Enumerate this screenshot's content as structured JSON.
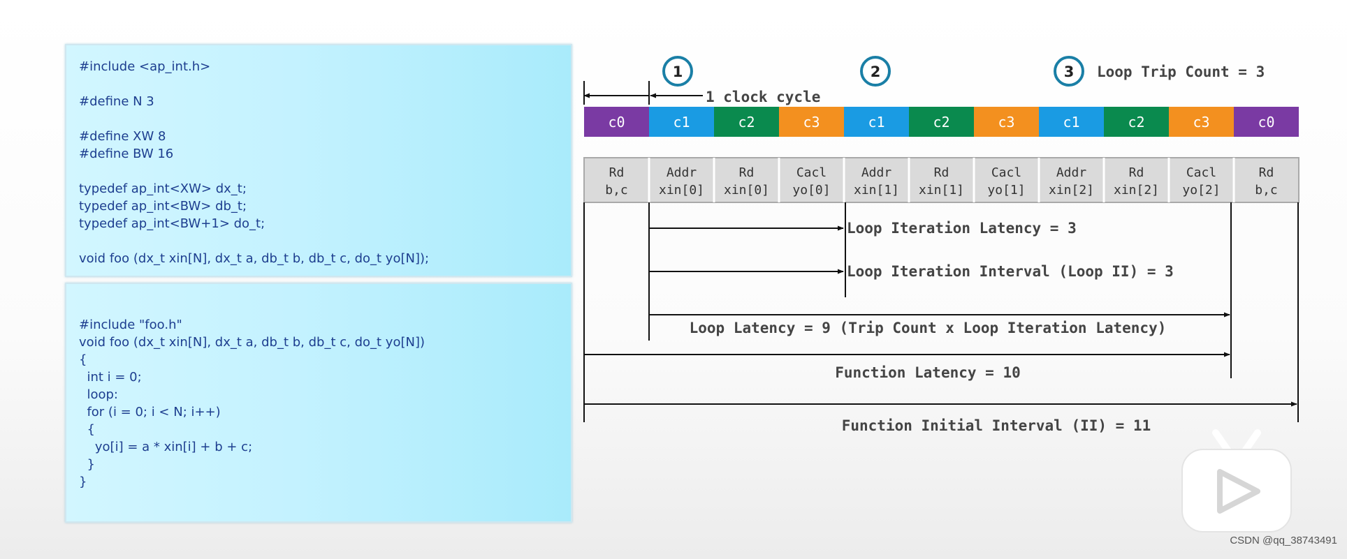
{
  "header_code": "#include <ap_int.h>\n\n#define N 3\n\n#define XW 8\n#define BW 16\n\ntypedef ap_int<XW> dx_t;\ntypedef ap_int<BW> db_t;\ntypedef ap_int<BW+1> do_t;\n\nvoid foo (dx_t xin[N], dx_t a, db_t b, db_t c, do_t yo[N]);",
  "source_code": "#include \"foo.h\"\nvoid foo (dx_t xin[N], dx_t a, db_t b, db_t c, do_t yo[N])\n{\n  int i = 0;\n  loop:\n  for (i = 0; i < N; i++)\n  {\n    yo[i] = a * xin[i] + b + c;\n  }\n}",
  "iterations": [
    "1",
    "2",
    "3"
  ],
  "trip_count_label": "Loop Trip Count = 3",
  "clock_cycle_label": "1 clock cycle",
  "cycles": [
    {
      "label": "c0",
      "color": "#7a3aa3"
    },
    {
      "label": "c1",
      "color": "#1a9be3"
    },
    {
      "label": "c2",
      "color": "#0a8a4e"
    },
    {
      "label": "c3",
      "color": "#f3901f"
    },
    {
      "label": "c1",
      "color": "#1a9be3"
    },
    {
      "label": "c2",
      "color": "#0a8a4e"
    },
    {
      "label": "c3",
      "color": "#f3901f"
    },
    {
      "label": "c1",
      "color": "#1a9be3"
    },
    {
      "label": "c2",
      "color": "#0a8a4e"
    },
    {
      "label": "c3",
      "color": "#f3901f"
    },
    {
      "label": "c0",
      "color": "#7a3aa3"
    }
  ],
  "operations": [
    [
      "Rd",
      "b,c"
    ],
    [
      "Addr",
      "xin[0]"
    ],
    [
      "Rd",
      "xin[0]"
    ],
    [
      "Cacl",
      "yo[0]"
    ],
    [
      "Addr",
      "xin[1]"
    ],
    [
      "Rd",
      "xin[1]"
    ],
    [
      "Cacl",
      "yo[1]"
    ],
    [
      "Addr",
      "xin[2]"
    ],
    [
      "Rd",
      "xin[2]"
    ],
    [
      "Cacl",
      "yo[2]"
    ],
    [
      "Rd",
      "b,c"
    ]
  ],
  "metrics": {
    "iteration_latency": "Loop Iteration Latency = 3",
    "iteration_interval": "Loop Iteration Interval (Loop II) = 3",
    "loop_latency": "Loop Latency = 9 (Trip Count x Loop Iteration Latency)",
    "function_latency": "Function Latency = 10",
    "function_interval": "Function Initial Interval (II) = 11"
  },
  "watermark": "CSDN @qq_38743491",
  "colors": {
    "circle": "#1a7fa6",
    "arrow": "#111111",
    "op_cell": "#dadada"
  }
}
